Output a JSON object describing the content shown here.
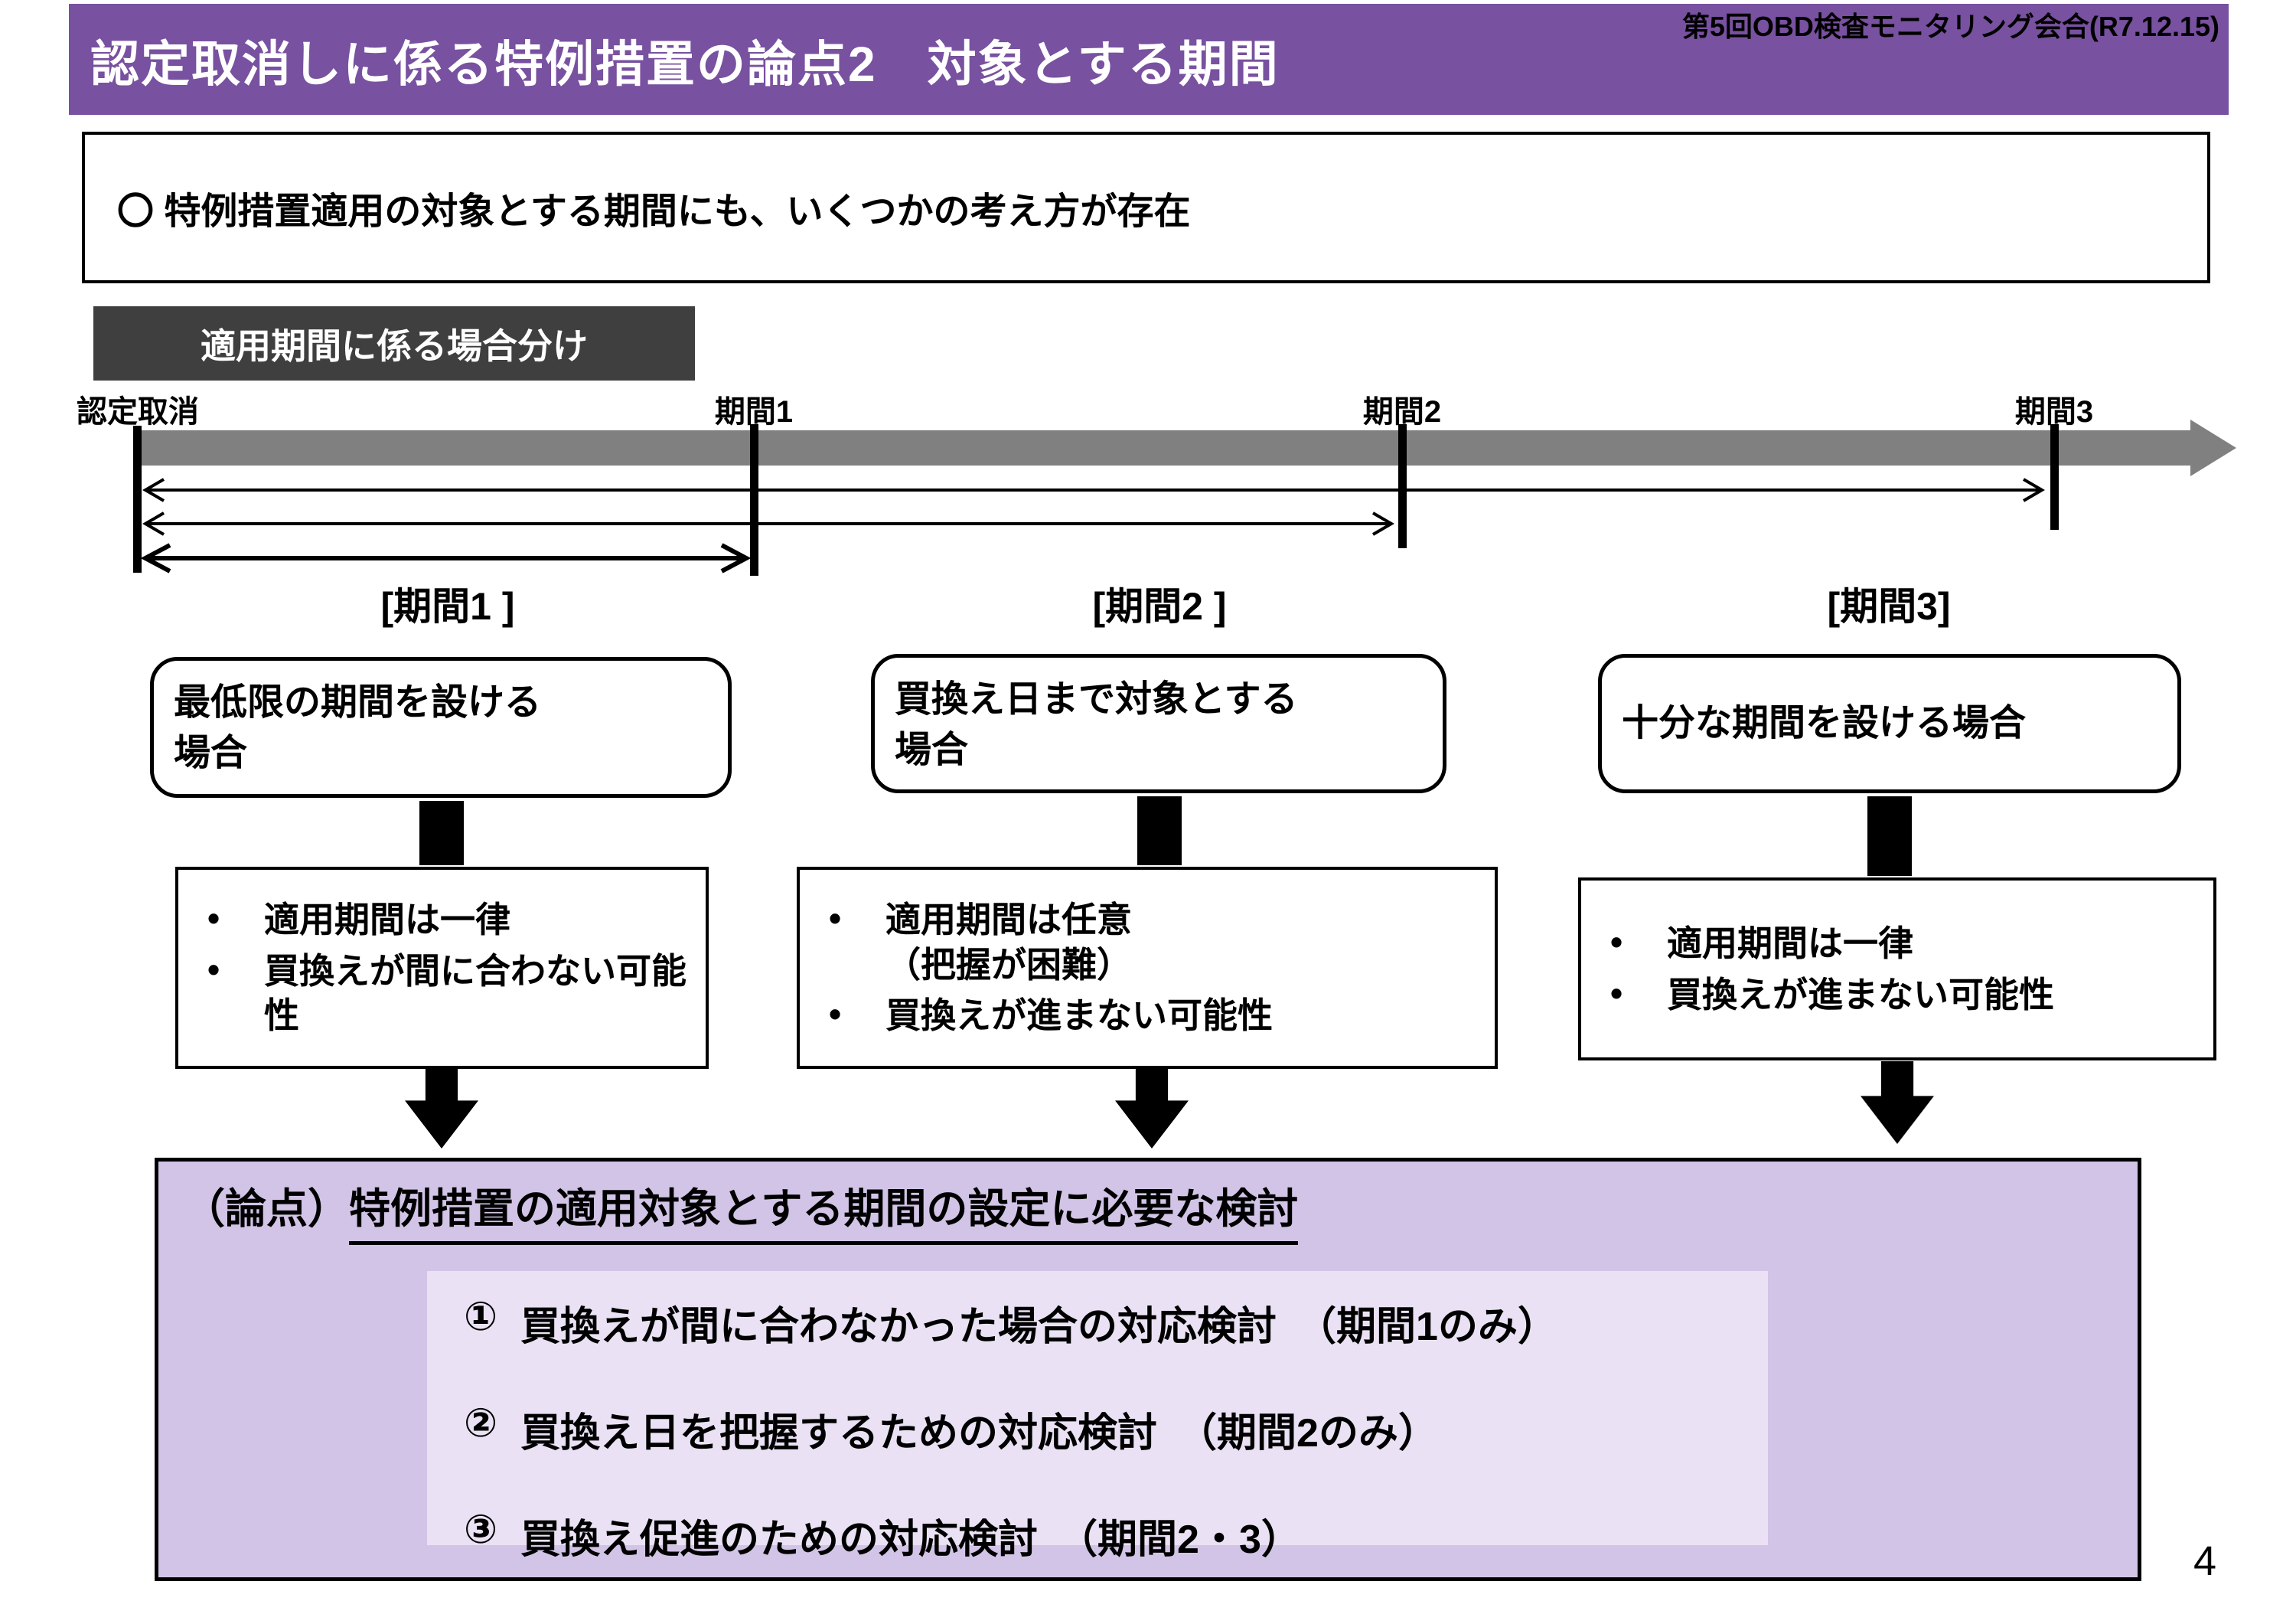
{
  "colors": {
    "accent": "#7851a0",
    "label-dark": "#3f3f3f",
    "bar-gray": "#808080",
    "panel": "#d2c4e6",
    "panel-inner": "#eae2f4"
  },
  "header": {
    "title": "認定取消しに係る特例措置の論点2　対象とする期間",
    "credit": "第5回OBD検査モニタリング会合(R7.12.15)"
  },
  "summary": {
    "text": "〇 特例措置適用の対象とする期間にも、いくつかの考え方が存在"
  },
  "section_label": "適用期間に係る場合分け",
  "timeline": {
    "origin_label": "認定取消",
    "markers": [
      "期間1",
      "期間2",
      "期間3"
    ]
  },
  "columns": [
    {
      "bracket_label": "[期間1 ]",
      "case_lines": [
        "最低限の期間を設ける",
        "場合"
      ],
      "bullets": [
        [
          "適用期間は一律"
        ],
        [
          "買換えが間に合わない可能性"
        ]
      ]
    },
    {
      "bracket_label": "[期間2 ]",
      "case_lines": [
        "買換え日まで対象とする",
        "場合"
      ],
      "bullets": [
        [
          "適用期間は任意",
          "（把握が困難）"
        ],
        [
          "買換えが進まない可能性"
        ]
      ]
    },
    {
      "bracket_label": "[期間3]",
      "case_lines": [
        "十分な期間を設ける場合"
      ],
      "bullets": [
        [
          "適用期間は一律"
        ],
        [
          "買換えが進まない可能性"
        ]
      ]
    }
  ],
  "discussion": {
    "heading_prefix": "（論点）",
    "heading_underlined": "特例措置の適用対象とする期間の設定に必要な検討",
    "items": [
      {
        "num": "①",
        "text": "買換えが間に合わなかった場合の対応検討　（期間1のみ）"
      },
      {
        "num": "②",
        "text": "買換え日を把握するための対応検討　（期間2のみ）"
      },
      {
        "num": "③",
        "text": "買換え促進のための対応検討　（期間2・3）"
      }
    ]
  },
  "page_number": "4"
}
